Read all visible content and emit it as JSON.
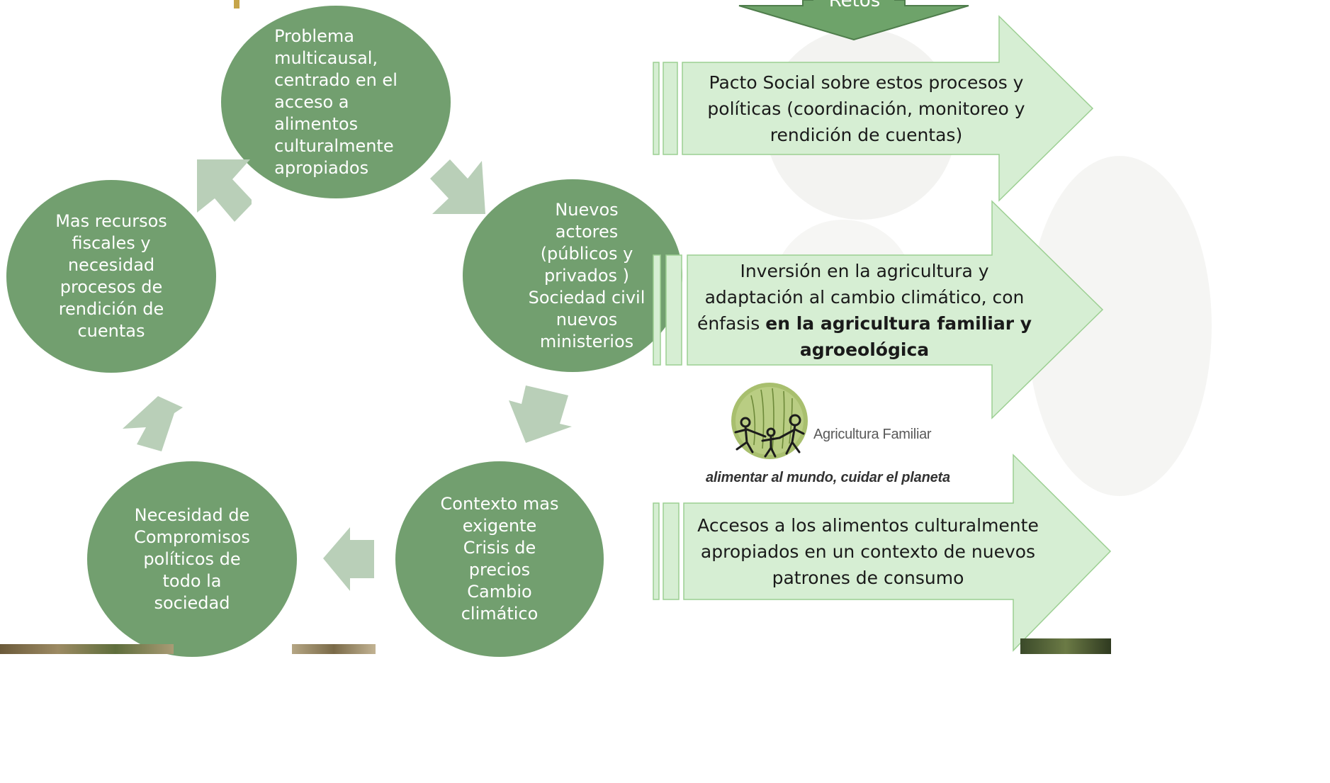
{
  "colors": {
    "node": "#729f6f",
    "flow_arrow": "#b9cfb8",
    "callout_fill": "#d6eed3",
    "callout_stroke": "#9ccf92",
    "retos_arrow": "#6ea36a"
  },
  "header": {
    "retos_label": "Retos"
  },
  "cycle": {
    "top": "Problema\nmulticausal,\ncentrado en el\nacceso a\nalimentos\nculturalmente\napropiados",
    "right": "Nuevos\nactores\n(públicos y\nprivados )\nSociedad civil\nnuevos\nministerios",
    "bottom_right": "Contexto mas\nexigente\nCrisis de\nprecios\nCambio\nclimático",
    "bottom_left": "Necesidad de\nCompromisos\npolíticos de\ntodo la\nsociedad",
    "left": "Mas recursos\nfiscales y\nnecesidad\nprocesos de\nrendición de\ncuentas"
  },
  "challenges": {
    "pacto": "Pacto Social sobre estos procesos y\npolíticas  (coordinación, monitoreo y\nrendición de cuentas)",
    "inversion_plain": "Inversión en la agricultura y\nadaptación al cambio climático, con\nénfasis ",
    "inversion_bold": "en la agricultura familiar y\nagroeológica",
    "accesos": "Accesos a los alimentos culturalmente\napropiados en un contexto de nuevos\npatrones de consumo"
  },
  "logo": {
    "name": "Agricultura Familiar",
    "tagline": "alimentar al mundo, cuidar el planeta",
    "icon": "family-wheat-icon"
  }
}
